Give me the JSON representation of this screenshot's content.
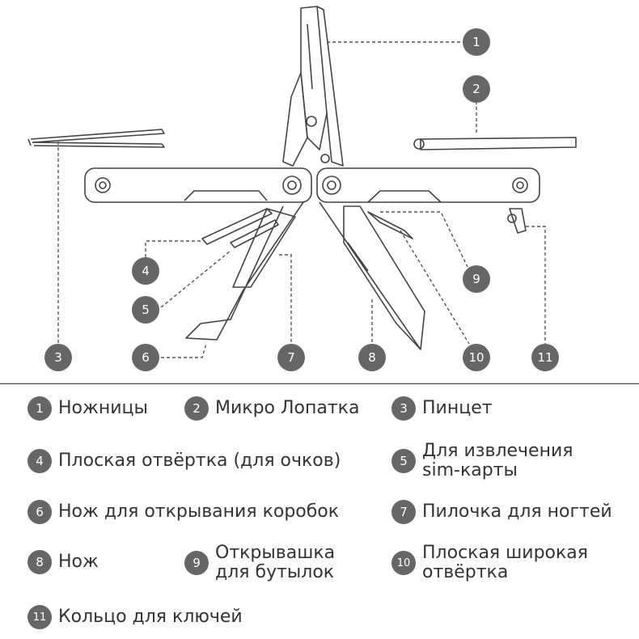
{
  "callouts": [
    "1",
    "2",
    "3",
    "4",
    "5",
    "6",
    "7",
    "8",
    "9",
    "10",
    "11"
  ],
  "legend": [
    {
      "num": "1",
      "label": "Ножницы"
    },
    {
      "num": "2",
      "label": "Микро Лопатка"
    },
    {
      "num": "3",
      "label": "Пинцет"
    },
    {
      "num": "4",
      "label": "Плоская отвёртка (для очков)"
    },
    {
      "num": "5",
      "label": "Для извлечения\nsim-карты"
    },
    {
      "num": "6",
      "label": "Нож для открывания коробок"
    },
    {
      "num": "7",
      "label": "Пилочка для ногтей"
    },
    {
      "num": "8",
      "label": "Нож"
    },
    {
      "num": "9",
      "label": "Открывашка\nдля бутылок"
    },
    {
      "num": "10",
      "label": "Плоская широкая\nотвёртка"
    },
    {
      "num": "11",
      "label": "Кольцо для ключей"
    }
  ],
  "colors": {
    "badge": "#666666",
    "line": "#444444",
    "text": "#333333"
  }
}
